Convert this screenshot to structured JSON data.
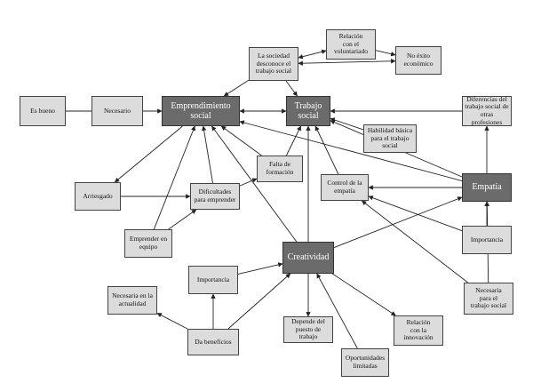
{
  "nodes": [
    {
      "id": "emprendimiento",
      "label": "Emprendimiento\nsocial",
      "main": true
    },
    {
      "id": "trabajo",
      "label": "Trabajo\nsocial",
      "main": true
    },
    {
      "id": "empatia",
      "label": "Empatía",
      "main": true
    },
    {
      "id": "creatividad",
      "label": "Creatividad",
      "main": true
    },
    {
      "id": "es_bueno",
      "label": "Es bueno"
    },
    {
      "id": "necesario",
      "label": "Necesario"
    },
    {
      "id": "sociedad",
      "label": "La sociedad\ndesconoce el\ntrabajo social"
    },
    {
      "id": "relacion_vol",
      "label": "Relación\ncon el\nvoluntariado"
    },
    {
      "id": "no_exito",
      "label": "No éxito\neconómico"
    },
    {
      "id": "diferencias",
      "label": "Diferencias del\ntrabajo social de\notras profesiones"
    },
    {
      "id": "habilidad",
      "label": "Habilidad básica\npara el trabajo\nsocial"
    },
    {
      "id": "falta_form",
      "label": "Falta de\nformación"
    },
    {
      "id": "arriesgado",
      "label": "Arriesgado"
    },
    {
      "id": "dificultades",
      "label": "Dificultades\npara emprender"
    },
    {
      "id": "control",
      "label": "Control de la\nempatía"
    },
    {
      "id": "emprender_eq",
      "label": "Emprender en\nequipo"
    },
    {
      "id": "importancia_emp",
      "label": "Importancia"
    },
    {
      "id": "necesaria_ts",
      "label": "Necesaria\npara el\ntrabajo social"
    },
    {
      "id": "importancia_cre",
      "label": "Importancia"
    },
    {
      "id": "necesaria_act",
      "label": "Necesaria en la\nactualidad"
    },
    {
      "id": "da_beneficios",
      "label": "Da beneficios"
    },
    {
      "id": "depende",
      "label": "Depende del\npuesto de trabajo"
    },
    {
      "id": "relacion_inn",
      "label": "Relación\ncon la\ninnovación"
    },
    {
      "id": "oportunidades",
      "label": "Oportunidades\nlimitadas"
    }
  ],
  "edges": [
    {
      "from": "es_bueno",
      "to": "necesario",
      "arrow": "none"
    },
    {
      "from": "necesario",
      "to": "emprendimiento",
      "arrow": "end"
    },
    {
      "from": "trabajo",
      "to": "emprendimiento",
      "arrow": "both"
    },
    {
      "from": "diferencias",
      "to": "trabajo",
      "arrow": "end"
    },
    {
      "from": "sociedad",
      "to": "trabajo",
      "arrow": "end"
    },
    {
      "from": "sociedad",
      "to": "emprendimiento",
      "arrow": "end"
    },
    {
      "from": "sociedad",
      "to": "relacion_vol",
      "arrow": "both"
    },
    {
      "from": "sociedad",
      "to": "no_exito",
      "arrow": "both"
    },
    {
      "from": "relacion_vol",
      "to": "no_exito",
      "arrow": "end"
    },
    {
      "from": "emprendimiento",
      "to": "arriesgado",
      "arrow": "end"
    },
    {
      "from": "arriesgado",
      "to": "dificultades",
      "arrow": "end"
    },
    {
      "from": "dificultades",
      "to": "emprendimiento",
      "arrow": "end"
    },
    {
      "from": "emprender_eq",
      "to": "emprendimiento",
      "arrow": "end"
    },
    {
      "from": "emprender_eq",
      "to": "dificultades",
      "arrow": "end"
    },
    {
      "from": "falta_form",
      "to": "emprendimiento",
      "arrow": "end"
    },
    {
      "from": "falta_form",
      "to": "trabajo",
      "arrow": "end"
    },
    {
      "from": "dificultades",
      "to": "falta_form",
      "arrow": "end"
    },
    {
      "from": "creatividad",
      "to": "emprendimiento",
      "arrow": "end"
    },
    {
      "from": "creatividad",
      "to": "trabajo",
      "arrow": "end"
    },
    {
      "from": "creatividad",
      "to": "empatia",
      "arrow": "end"
    },
    {
      "from": "creatividad",
      "to": "depende",
      "arrow": "end"
    },
    {
      "from": "creatividad",
      "to": "relacion_inn",
      "arrow": "end"
    },
    {
      "from": "oportunidades",
      "to": "creatividad",
      "arrow": "end"
    },
    {
      "from": "importancia_cre",
      "to": "creatividad",
      "arrow": "end"
    },
    {
      "from": "da_beneficios",
      "to": "importancia_cre",
      "arrow": "end"
    },
    {
      "from": "da_beneficios",
      "to": "necesaria_act",
      "arrow": "end"
    },
    {
      "from": "da_beneficios",
      "to": "creatividad",
      "arrow": "end"
    },
    {
      "from": "empatia",
      "to": "emprendimiento",
      "arrow": "end"
    },
    {
      "from": "empatia",
      "to": "trabajo",
      "arrow": "end"
    },
    {
      "from": "empatia",
      "to": "control",
      "arrow": "end"
    },
    {
      "from": "habilidad",
      "to": "trabajo",
      "arrow": "end"
    },
    {
      "from": "control",
      "to": "trabajo",
      "arrow": "end"
    },
    {
      "from": "empatia",
      "to": "diferencias",
      "arrow": "end"
    },
    {
      "from": "importancia_emp",
      "to": "empatia",
      "arrow": "end"
    },
    {
      "from": "importancia_emp",
      "to": "control",
      "arrow": "end"
    },
    {
      "from": "necesaria_ts",
      "to": "empatia",
      "arrow": "end"
    },
    {
      "from": "necesaria_ts",
      "to": "control",
      "arrow": "end"
    }
  ]
}
